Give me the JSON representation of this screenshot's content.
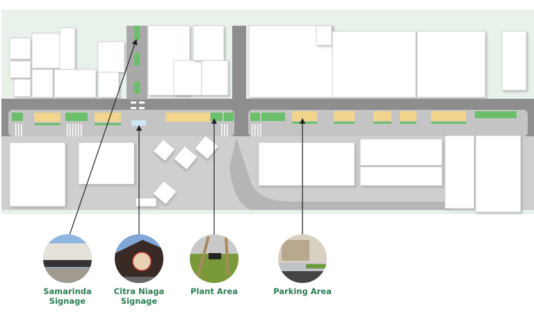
{
  "title": "Street site plan with point-of-interest callouts",
  "colors": {
    "label": "#2b7d55",
    "plant": "#6cbf6a",
    "parking": "#f3d48c",
    "signage": "#cfe6f5",
    "road": "#8e8e8e"
  },
  "callouts": [
    {
      "id": "samarinda",
      "label": "Samarinda\nSignage",
      "line1": "Samarinda",
      "line2": "Signage"
    },
    {
      "id": "citra",
      "label": "Citra Niaga\nSignage",
      "line1": "Citra Niaga",
      "line2": "Signage"
    },
    {
      "id": "plant",
      "label": "Plant Area",
      "line1": "Plant Area"
    },
    {
      "id": "parking",
      "label": "Parking Area",
      "line1": "Parking Area"
    }
  ]
}
